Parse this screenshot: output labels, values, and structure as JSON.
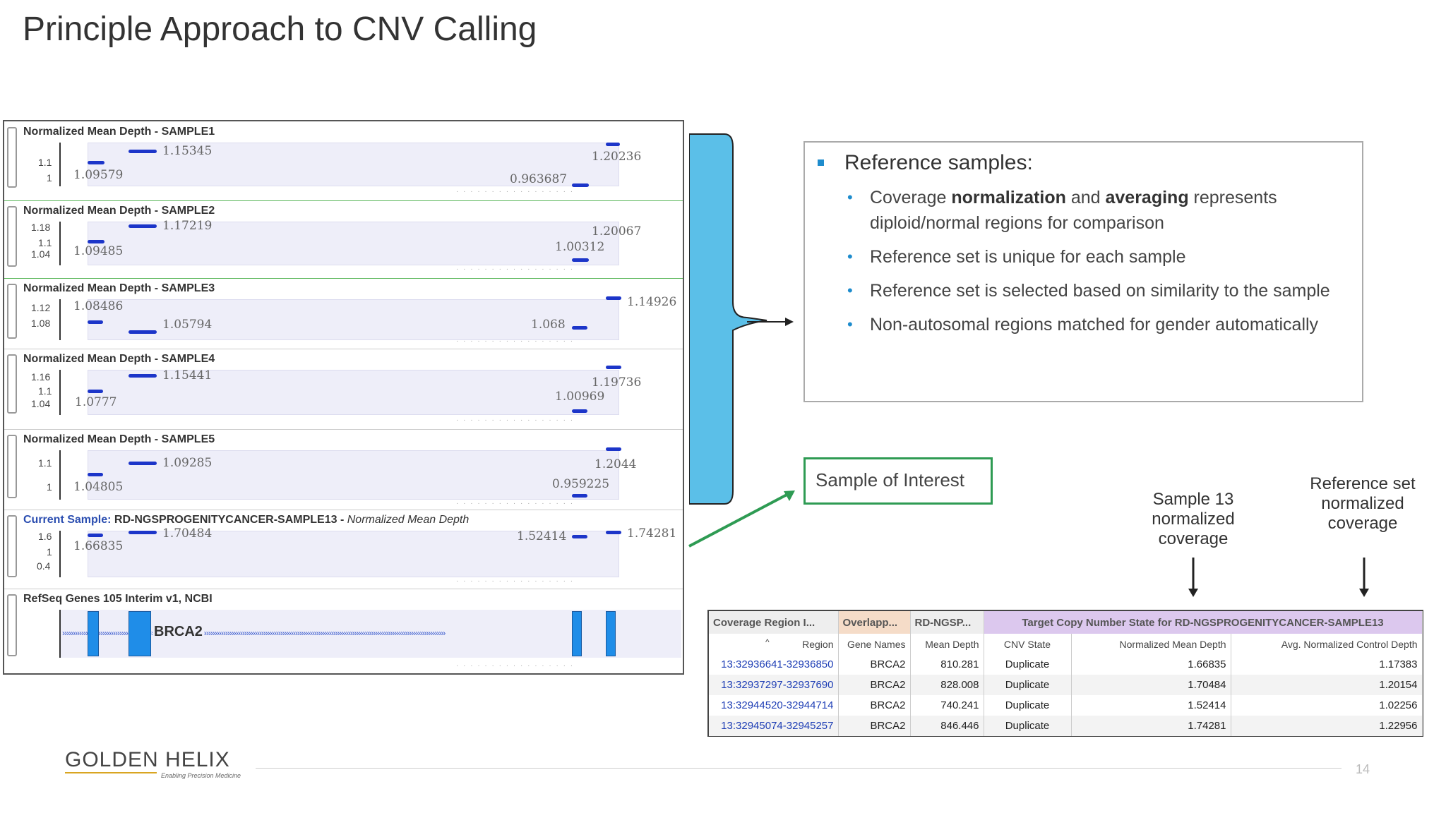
{
  "title": "Principle Approach to CNV Calling",
  "tracks": [
    {
      "label": "Normalized Mean Depth - SAMPLE1",
      "ticks": [
        "1.1",
        "1"
      ],
      "values": [
        "1.15345",
        "1.20236",
        "1.09579",
        "0.963687"
      ]
    },
    {
      "label": "Normalized Mean Depth - SAMPLE2",
      "ticks": [
        "1.18",
        "1.1",
        "1.04"
      ],
      "values": [
        "1.17219",
        "1.20067",
        "1.00312",
        "1.09485"
      ]
    },
    {
      "label": "Normalized Mean Depth - SAMPLE3",
      "ticks": [
        "1.12",
        "1.08"
      ],
      "values": [
        "1.14926",
        "1.08486",
        "1.05794",
        "1.068"
      ]
    },
    {
      "label": "Normalized Mean Depth - SAMPLE4",
      "ticks": [
        "1.16",
        "1.1",
        "1.04"
      ],
      "values": [
        "1.15441",
        "1.19736",
        "1.00969",
        "1.0777"
      ]
    },
    {
      "label": "Normalized Mean Depth - SAMPLE5",
      "ticks": [
        "1.1",
        "1"
      ],
      "values": [
        "1.2044",
        "1.09285",
        "0.959225",
        "1.04805"
      ]
    },
    {
      "label_prefix": "Current Sample:",
      "label_name": "RD-NGSPROGENITYCANCER-SAMPLE13 -",
      "label_suffix": "Normalized Mean Depth",
      "ticks": [
        "1.6",
        "1",
        "0.4"
      ],
      "values": [
        "1.70484",
        "1.66835",
        "1.52414",
        "1.74281"
      ]
    },
    {
      "label": "RefSeq Genes 105 Interim v1, NCBI",
      "gene": "BRCA2"
    }
  ],
  "ref_box": {
    "heading": "Reference samples:",
    "bullets": [
      {
        "pre": "Coverage ",
        "b1": "normalization",
        "mid": " and ",
        "b2": "averaging",
        "post": " represents diploid/normal regions for comparison"
      },
      {
        "text": "Reference set is unique for each sample"
      },
      {
        "text": "Reference set is selected based on similarity to the sample"
      },
      {
        "text": "Non-autosomal regions matched for gender automatically"
      }
    ]
  },
  "sample_of_interest": "Sample of Interest",
  "label_sample13": "Sample 13 normalized coverage",
  "label_reference": "Reference set normalized coverage",
  "table": {
    "group_headers": [
      "Coverage Region I...",
      "Overlapp...",
      "RD-NGSP...",
      "Target Copy Number State for RD-NGSPROGENITYCANCER-SAMPLE13"
    ],
    "sort_indicator": "^",
    "columns": [
      "Region",
      "Gene Names",
      "Mean Depth",
      "CNV State",
      "Normalized Mean Depth",
      "Avg. Normalized Control Depth"
    ],
    "rows": [
      [
        "13:32936641-32936850",
        "BRCA2",
        "810.281",
        "Duplicate",
        "1.66835",
        "1.17383"
      ],
      [
        "13:32937297-32937690",
        "BRCA2",
        "828.008",
        "Duplicate",
        "1.70484",
        "1.20154"
      ],
      [
        "13:32944520-32944714",
        "BRCA2",
        "740.241",
        "Duplicate",
        "1.52414",
        "1.02256"
      ],
      [
        "13:32945074-32945257",
        "BRCA2",
        "846.446",
        "Duplicate",
        "1.74281",
        "1.22956"
      ]
    ]
  },
  "footer": {
    "logo_text": "GOLDEN HELIX",
    "logo_tagline": "Enabling Precision Medicine",
    "page_number": "14"
  },
  "colors": {
    "accent_blue": "#1e8ccd",
    "bracket_fill": "#5bbfe8",
    "green": "#2e9b53",
    "dash_blue": "#1c35c9"
  }
}
